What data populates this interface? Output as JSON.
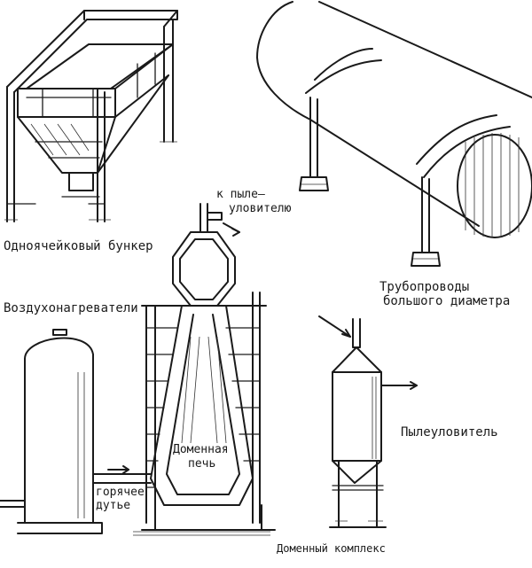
{
  "labels": {
    "bunker": "Одноячейковый бункер",
    "pipes_line1": "Трубопроводы",
    "pipes_line2": "большого диаметра",
    "to_collector_line1": "к пыле–",
    "to_collector_line2": "уловителю",
    "heaters": "Воздухонагреватели",
    "furnace_line1": "Доменная",
    "furnace_line2": "печь",
    "hot_blast_line1": "горячее",
    "hot_blast_line2": "дутье",
    "dust_collector": "Пылеуловитель",
    "complex": "Доменный комплекс"
  }
}
